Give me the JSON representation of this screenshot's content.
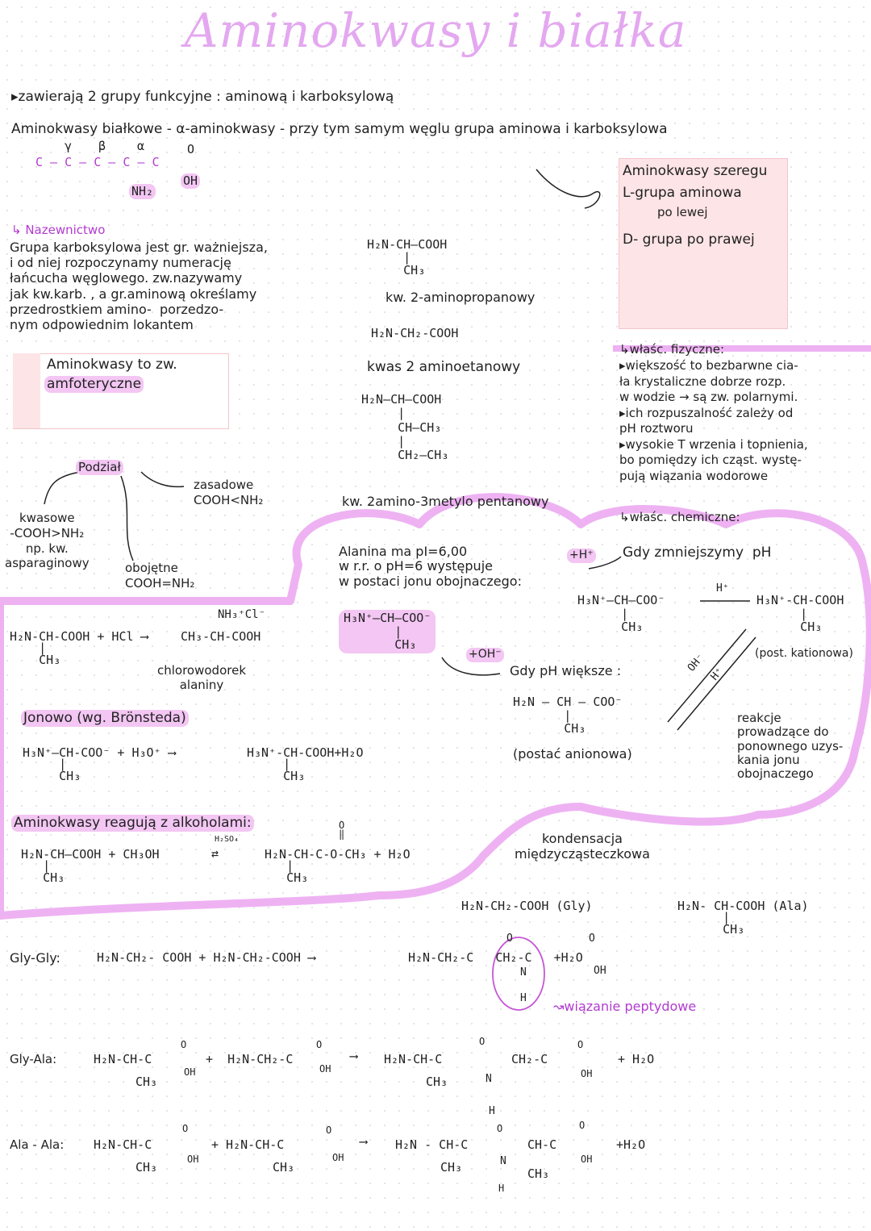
{
  "title": "Aminokwasy i białka",
  "intro": "▸zawierają 2 grupy funkcyjne : aminową i karboksylową",
  "biological": "Aminokwasy białkowe - α-aminokwasy - przy tym samym węglu grupa aminowa i karboksylowa",
  "greek": {
    "gamma": "γ",
    "beta": "β",
    "alpha": "α"
  },
  "skeleton": {
    "chain": "C — C — C — C — C",
    "o": "O",
    "oh": "OH",
    "nh2": "NH₂"
  },
  "series_box": {
    "l1": "Aminokwasy szeregu",
    "l2": "L-grupa aminowa",
    "l3": "po lewej",
    "l4": "D- grupa po prawej"
  },
  "naming": {
    "heading": "↳ Nazewnictwo",
    "text": "Grupa karboksylowa jest gr. ważniejsza,\ni od niej rozpoczynamy numerację\nłańcucha węglowego. zw.nazywamy\njak kw.karb. , a gr.aminową określamy\nprzedrostkiem amino-  porzedzo-\nnym odpowiednim lokantem"
  },
  "amfo": {
    "l1": "Aminokwasy to zw.",
    "l2": "amfoteryczne"
  },
  "ex1": {
    "formula": "H₂N-CH—COOH\n     |\n     CH₃",
    "name": "kw. 2-aminopropanowy"
  },
  "ex2": {
    "formula": "H₂N-CH₂-COOH",
    "name": "kwas 2 aminoetanowy"
  },
  "ex3": {
    "formula": "H₂N—CH—COOH\n     |\n     CH—CH₃\n     |\n     CH₂—CH₃",
    "name": "kw. 2amino-3metylo pentanowy"
  },
  "physical": {
    "heading": "↳właśc. fizyczne:",
    "text": "▸większość to bezbarwne cia-\nła krystaliczne dobrze rozp.\nw wodzie → są zw. polarnymi.\n▸ich rozpuszalność zależy od\npH roztworu\n▸wysokie T wrzenia i topnienia,\nbo pomiędzy ich cząst. wystę-\npują wiązania wodorowe"
  },
  "chemical": {
    "heading": "↳właśc. chemiczne:"
  },
  "division": {
    "heading": "Podział",
    "basic": "zasadowe\nCOOH<NH₂",
    "acidic": "kwasowe\n-COOH>NH₂\nnp. kw.\nasparaginowy",
    "neutral": "obojętne\nCOOH=NH₂"
  },
  "alanine": {
    "text": "Alanina ma pI=6,00\nw r.r. o pH=6 występuje\nw postaci jonu obojnaczego:",
    "zwitterion": "H₃N⁺—CH—COO⁻\n       |\n       CH₃",
    "plus_h": "+H⁺",
    "plus_oh": "+OH⁻",
    "lower_ph": "Gdy zmniejszymy  pH",
    "cation_left": "H₃N⁺—CH—COO⁻\n      |\n      CH₃",
    "h_label": "H⁺",
    "cation_right": "H₃N⁺-CH-COOH\n      |\n      CH₃",
    "cation_name": "(post. kationowa)",
    "higher_ph": "Gdy pH większe :",
    "anion": "H₂N — CH — COO⁻\n       |\n       CH₃",
    "anion_name": "(postać anionowa)",
    "oh_label": "OH⁻",
    "h_label2": "H⁺",
    "reactions": "reakcje\nprowadzące do\nponownego uzys-\nkania jonu\nobojnaczego"
  },
  "hcl": {
    "left": "H₂N-CH-COOH + HCl ⟶",
    "left_sub": "    |\n    CH₃",
    "right_top": "NH₃⁺Cl⁻",
    "right": "CH₃-CH-COOH",
    "name": "chlorowodorek\nalaniny"
  },
  "bronsted": {
    "heading": "Jonowo (wg. Brönsteda)",
    "left": "H₃N⁺—CH-COO⁻ + H₃O⁺ ⟶",
    "left_sub": "     |\n     CH₃",
    "right": "H₃N⁺-CH-COOH+H₂O",
    "right_sub": "     |\n     CH₃"
  },
  "alcohol": {
    "heading": "Aminokwasy reagują z alkoholami:",
    "left": "H₂N-CH—COOH + CH₃OH",
    "left_sub": "   |\n   CH₃",
    "catalyst": "H₂SO₄",
    "right": "H₂N-CH-C-O-CH₃ + H₂O",
    "right_top": "O\n‖",
    "right_sub": "   |\n   CH₃"
  },
  "condensation": {
    "heading": "kondensacja\nmiędzycząsteczkowa",
    "gly": "H₂N-CH₂-COOH (Gly)",
    "ala": "H₂N- CH-COOH (Ala)",
    "ala_sub": "    |\n    CH₃"
  },
  "glygly": {
    "label": "Gly-Gly:",
    "left": "H₂N-CH₂- COOH + H₂N-CH₂-COOH ⟶",
    "right": "H₂N-CH₂-C   CH₂-C   +H₂O",
    "o": "O",
    "n": "N",
    "h": "H",
    "oh": "OH",
    "bond": "↝wiązanie peptydowe"
  },
  "glyala": {
    "label": "Gly-Ala:",
    "r1": "H₂N-CH-C",
    "r2": "+  H₂N-CH₂-C",
    "arrow": "⟶",
    "p1": "H₂N-CH-C",
    "p2": "CH₂-C",
    "water": "+ H₂O",
    "ch3": "CH₃",
    "o": "O",
    "oh": "OH",
    "n": "N",
    "h": "H"
  },
  "alaala": {
    "label": "Ala - Ala:",
    "r1": "H₂N-CH-C",
    "r2": "+ H₂N-CH-C",
    "arrow": "⟶",
    "p1": "H₂N - CH-C",
    "p2": "CH-C",
    "water": "+H₂O",
    "ch3": "CH₃",
    "o": "O",
    "oh": "OH",
    "n": "N",
    "h": "H"
  },
  "colors": {
    "pink": "#f3c6f3",
    "purple": "#b23bd0",
    "box": "#fde4e6"
  }
}
